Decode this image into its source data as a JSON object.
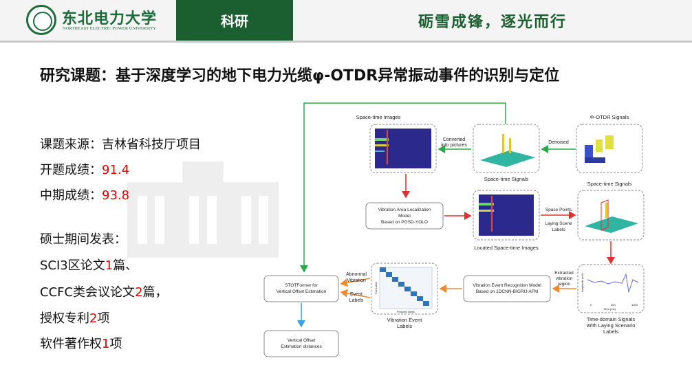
{
  "header": {
    "university_cn": "东北电力大学",
    "university_en": "NORTHEAST ELECTRIC POWER UNIVERSITY",
    "tab_label": "科研",
    "slogan": "砺雪成锋，逐光而行"
  },
  "title": "研究课题：基于深度学习的地下电力光缆φ-OTDR异常振动事件的识别与定位",
  "info": {
    "source_label": "课题来源：",
    "source_value": "吉林省科技厅项目",
    "opening_label": "开题成绩：",
    "opening_score": "91.4",
    "midterm_label": "中期成绩：",
    "midterm_score": "93.8",
    "pubs_heading": "硕士期间发表：",
    "pub1_a": "SCI3区论文",
    "pub1_n": "1",
    "pub1_b": "篇、",
    "pub2_a": "CCFC类会议论文",
    "pub2_n": "2",
    "pub2_b": "篇，",
    "pub3_a": "授权专利",
    "pub3_n": "2",
    "pub3_b": "项",
    "pub4_a": "软件著作权",
    "pub4_n": "1",
    "pub4_b": "项"
  },
  "diagram": {
    "space_time_images": "Space-time Images",
    "converted_1": "Converted",
    "converted_2": "into pictures",
    "space_time_signals_a": "Space-time Signals",
    "denoised": "Denoised",
    "phi_otdr_signals": "Φ-OTDR Signals",
    "space_time_signals_b": "Space-time Signals",
    "val_1": "Vibration Area Localization",
    "val_2": "Model",
    "val_3": "Based on PGSD-YOLO",
    "located_images": "Located Space-time Images",
    "space_points": "Space Points",
    "laying_scene_1": "Laying Scene",
    "laying_scene_2": "Labels",
    "extracted_1": "Extracted",
    "extracted_2": "vibration",
    "extracted_3": "region",
    "abnormal_1": "Abnormal",
    "abnormal_2": "Vibration",
    "event_labels_1": "Event",
    "event_labels_2": "Labels",
    "stot_1": "STOTFormer for",
    "stot_2": "Vertical Offset Estimation",
    "verm_1": "Vibration Event Recognition Model",
    "verm_2": "Based on 1DCNN-BIGRU-AFM",
    "vel_1": "Vibration Event",
    "vel_2": "Labels",
    "td_1": "Time-domain Signals",
    "td_2": "With Laying Scenario",
    "td_3": "Labels",
    "vo_1": "Vertical Offset",
    "vo_2": "Estimation distances",
    "amp_axis": "Amplitude (mV)",
    "time_axis": "Time (ms)",
    "tick_0": "0",
    "tick_500": "500",
    "tick_1000": "1000",
    "pred_axis": "Predicted Labels",
    "true_axis": "True Labels"
  },
  "colors": {
    "green_dark": "#1b5e2f",
    "arrow_green": "#2aa84a",
    "arrow_red": "#e03030",
    "arrow_orange": "#f08a30",
    "arrow_blue": "#3aa0e0",
    "highlight_red": "#e00000"
  }
}
